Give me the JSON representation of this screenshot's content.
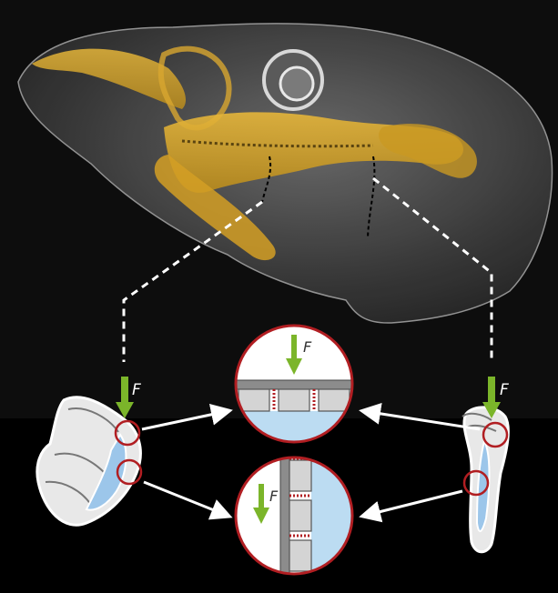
{
  "figure": {
    "force_symbol": "F",
    "colors": {
      "background": "#0d0d0d",
      "cartilage": "#d9a626",
      "tissue": "#8a8a8a",
      "force_arrow": "#7bb52a",
      "highlight_circle": "#b11e22",
      "fluid": "#bcdcf2",
      "connector_line": "#ffffff"
    },
    "icons": [
      "fish-head-scan",
      "left-cartilage-element",
      "right-cartilage-element",
      "force-arrow",
      "zoom-circle"
    ]
  }
}
